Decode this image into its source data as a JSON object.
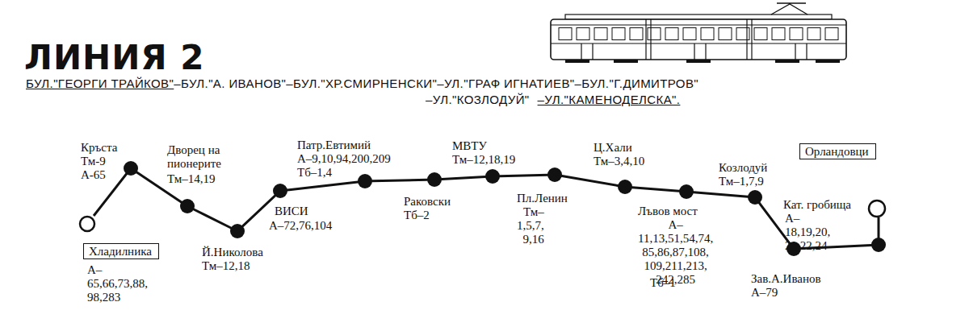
{
  "diagram": {
    "title": "ЛИНИЯ 2",
    "nodes": [
      {
        "text": [
          "Хладилника",
          "А–65,66,73,88, 98,283"
        ]
      },
      {
        "text": [
          "Кръста",
          "Тм-9",
          "А-65"
        ]
      },
      {
        "text": [
          "Дворец на пионерите",
          "Тм–14,19"
        ]
      },
      {
        "text": [
          "Й.Николова",
          "Тм–12,18"
        ]
      },
      {
        "text": [
          "ВИСИ",
          "А–72,76,104"
        ]
      },
      {
        "text": [
          "Патр.Евтимий",
          "А–9,10,94,200,209",
          "Тб–1,4"
        ]
      },
      {
        "text": [
          "Раковски",
          "Тб–2"
        ]
      },
      {
        "text": [
          "МВТУ",
          "Тм–12,18,19"
        ]
      },
      {
        "text": [
          "Пл.Ленин",
          "Тм–1,5,7, 9,16"
        ]
      },
      {
        "text": [
          "Ц.Хали",
          "Тм–3,4,10"
        ]
      },
      {
        "text": [
          "Лъвов мост",
          "А–11,13,51,54,74, 85,86,87,108, 109,211,213, 242,285",
          "Тб–1"
        ]
      },
      {
        "text": [
          "Козлодуй",
          "Тм–1,7,9"
        ]
      },
      {
        "text": [
          "Зав.А.Иванов",
          "А–79"
        ]
      },
      {
        "text": [
          "Кат. гробища",
          "А–18,19,20, 21,22,24"
        ]
      },
      {
        "text": [
          "Орландовци"
        ]
      }
    ],
    "edges": [
      {
        "from": 1,
        "to": 2,
        "arrow": "none"
      },
      {
        "from": 2,
        "to": 3,
        "arrow": "none"
      },
      {
        "from": 3,
        "to": 4,
        "arrow": "none"
      },
      {
        "from": 4,
        "to": 5,
        "arrow": "none"
      },
      {
        "from": 5,
        "to": 6,
        "arrow": "none"
      },
      {
        "from": 6,
        "to": 7,
        "arrow": "none"
      },
      {
        "from": 7,
        "to": 8,
        "arrow": "none"
      },
      {
        "from": 8,
        "to": 9,
        "arrow": "none"
      },
      {
        "from": 9,
        "to": 10,
        "arrow": "none"
      },
      {
        "from": 10,
        "to": 11,
        "arrow": "none"
      },
      {
        "from": 11,
        "to": 12,
        "arrow": "none"
      },
      {
        "from": 12,
        "to": 13,
        "arrow": "none"
      }
    ],
    "labels": [
      "БУЛ.\"ГЕОРГИ ТРАЙКОВ\"",
      "–БУЛ.\"А. ИВАНОВ\"–БУЛ.\"ХР.СМИРНЕНСКИ\"–УЛ.\"ГРАФ ИГНАТИЕВ\"–БУЛ.\"Г.ДИМИТРОВ\"",
      "–УЛ.\"КОЗЛОДУЙ\"",
      "–УЛ.\"КАМЕНОДЕЛСКА\"."
    ]
  }
}
